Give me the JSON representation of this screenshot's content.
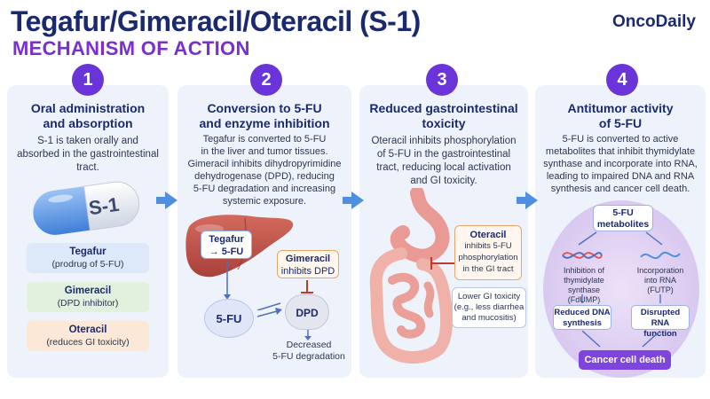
{
  "header": {
    "title": "Tegafur/Gimeracil/Oteracil (S-1)",
    "subtitle": "MECHANISM OF ACTION",
    "logo": "OncoDaily"
  },
  "steps": [
    {
      "number": "1",
      "title_line1": "Oral administration",
      "title_line2": "and absorption",
      "desc_line1": "S-1 is taken orally and",
      "desc_line2": "absorbed in the gastrointestinal",
      "desc_line3": "tract.",
      "capsule_label": "S-1",
      "components": [
        {
          "name": "Tegafur",
          "desc": "(prodrug of 5-FU)"
        },
        {
          "name": "Gimeracil",
          "desc": "(DPD inhibitor)"
        },
        {
          "name": "Oteracil",
          "desc": "(reduces GI toxicity)"
        }
      ]
    },
    {
      "number": "2",
      "title_line1": "Conversion to 5-FU",
      "title_line2": "and enzyme inhibition",
      "desc_line1": "Tegafur is converted to 5-FU",
      "desc_line2": "in the liver and tumor tissues.",
      "desc_line3": "Gimeracil inhibits dihydropyrimidine",
      "desc_line4": "dehydrogenase (DPD), reducing",
      "desc_line5": "5-FU degradation and increasing",
      "desc_line6": "systemic exposure.",
      "tegafur_line1": "Tegafur",
      "tegafur_line2": "→ 5-FU",
      "gimeracil_line1": "Gimeracil",
      "gimeracil_line2": "inhibits DPD",
      "fu_label": "5-FU",
      "dpd_label": "DPD",
      "decreased_line1": "Decreased",
      "decreased_line2": "5-FU degradation"
    },
    {
      "number": "3",
      "title_line1": "Reduced gastrointestinal",
      "title_line2": "toxicity",
      "desc_line1": "Oteracil inhibits phosphorylation",
      "desc_line2": "of 5-FU in the gastrointestinal",
      "desc_line3": "tract, reducing local activation",
      "desc_line4": "and GI toxicity.",
      "oteracil_name": "Oteracil",
      "oteracil_line1": "inhibits 5-FU",
      "oteracil_line2": "phosphorylation",
      "oteracil_line3": "in the GI tract",
      "lowgi_line1": "Lower GI toxicity",
      "lowgi_line2": "(e.g., less diarrhea",
      "lowgi_line3": "and mucositis)"
    },
    {
      "number": "4",
      "title_line1": "Antitumor activity",
      "title_line2": "of 5-FU",
      "desc_line1": "5-FU is converted to active",
      "desc_line2": "metabolites that inhibit thymidylate",
      "desc_line3": "synthase and incorporate into RNA,",
      "desc_line4": "leading to impaired DNA and RNA",
      "desc_line5": "synthesis and cancer cell death.",
      "metabolites_line1": "5-FU",
      "metabolites_line2": "metabolites",
      "ts_line1": "Inhibition of",
      "ts_line2": "thymidylate synthase",
      "ts_line3": "(FdUMP)",
      "rna_line1": "Incorporation",
      "rna_line2": "into RNA",
      "rna_line3": "(FUTP)",
      "dna_result_line1": "Reduced DNA",
      "dna_result_line2": "synthesis",
      "rna_result_line1": "Disrupted RNA",
      "rna_result_line2": "function",
      "death_label": "Cancer cell death"
    }
  ],
  "colors": {
    "title": "#1b2a6e",
    "subtitle": "#7a2fd0",
    "badge": "#6b34d8",
    "panel": "#eef3fb",
    "arrow": "#4f8fe0",
    "tegafur_bg": "#dde8f8",
    "gimeracil_bg": "#e2f0de",
    "oteracil_bg": "#fbe8d6"
  }
}
